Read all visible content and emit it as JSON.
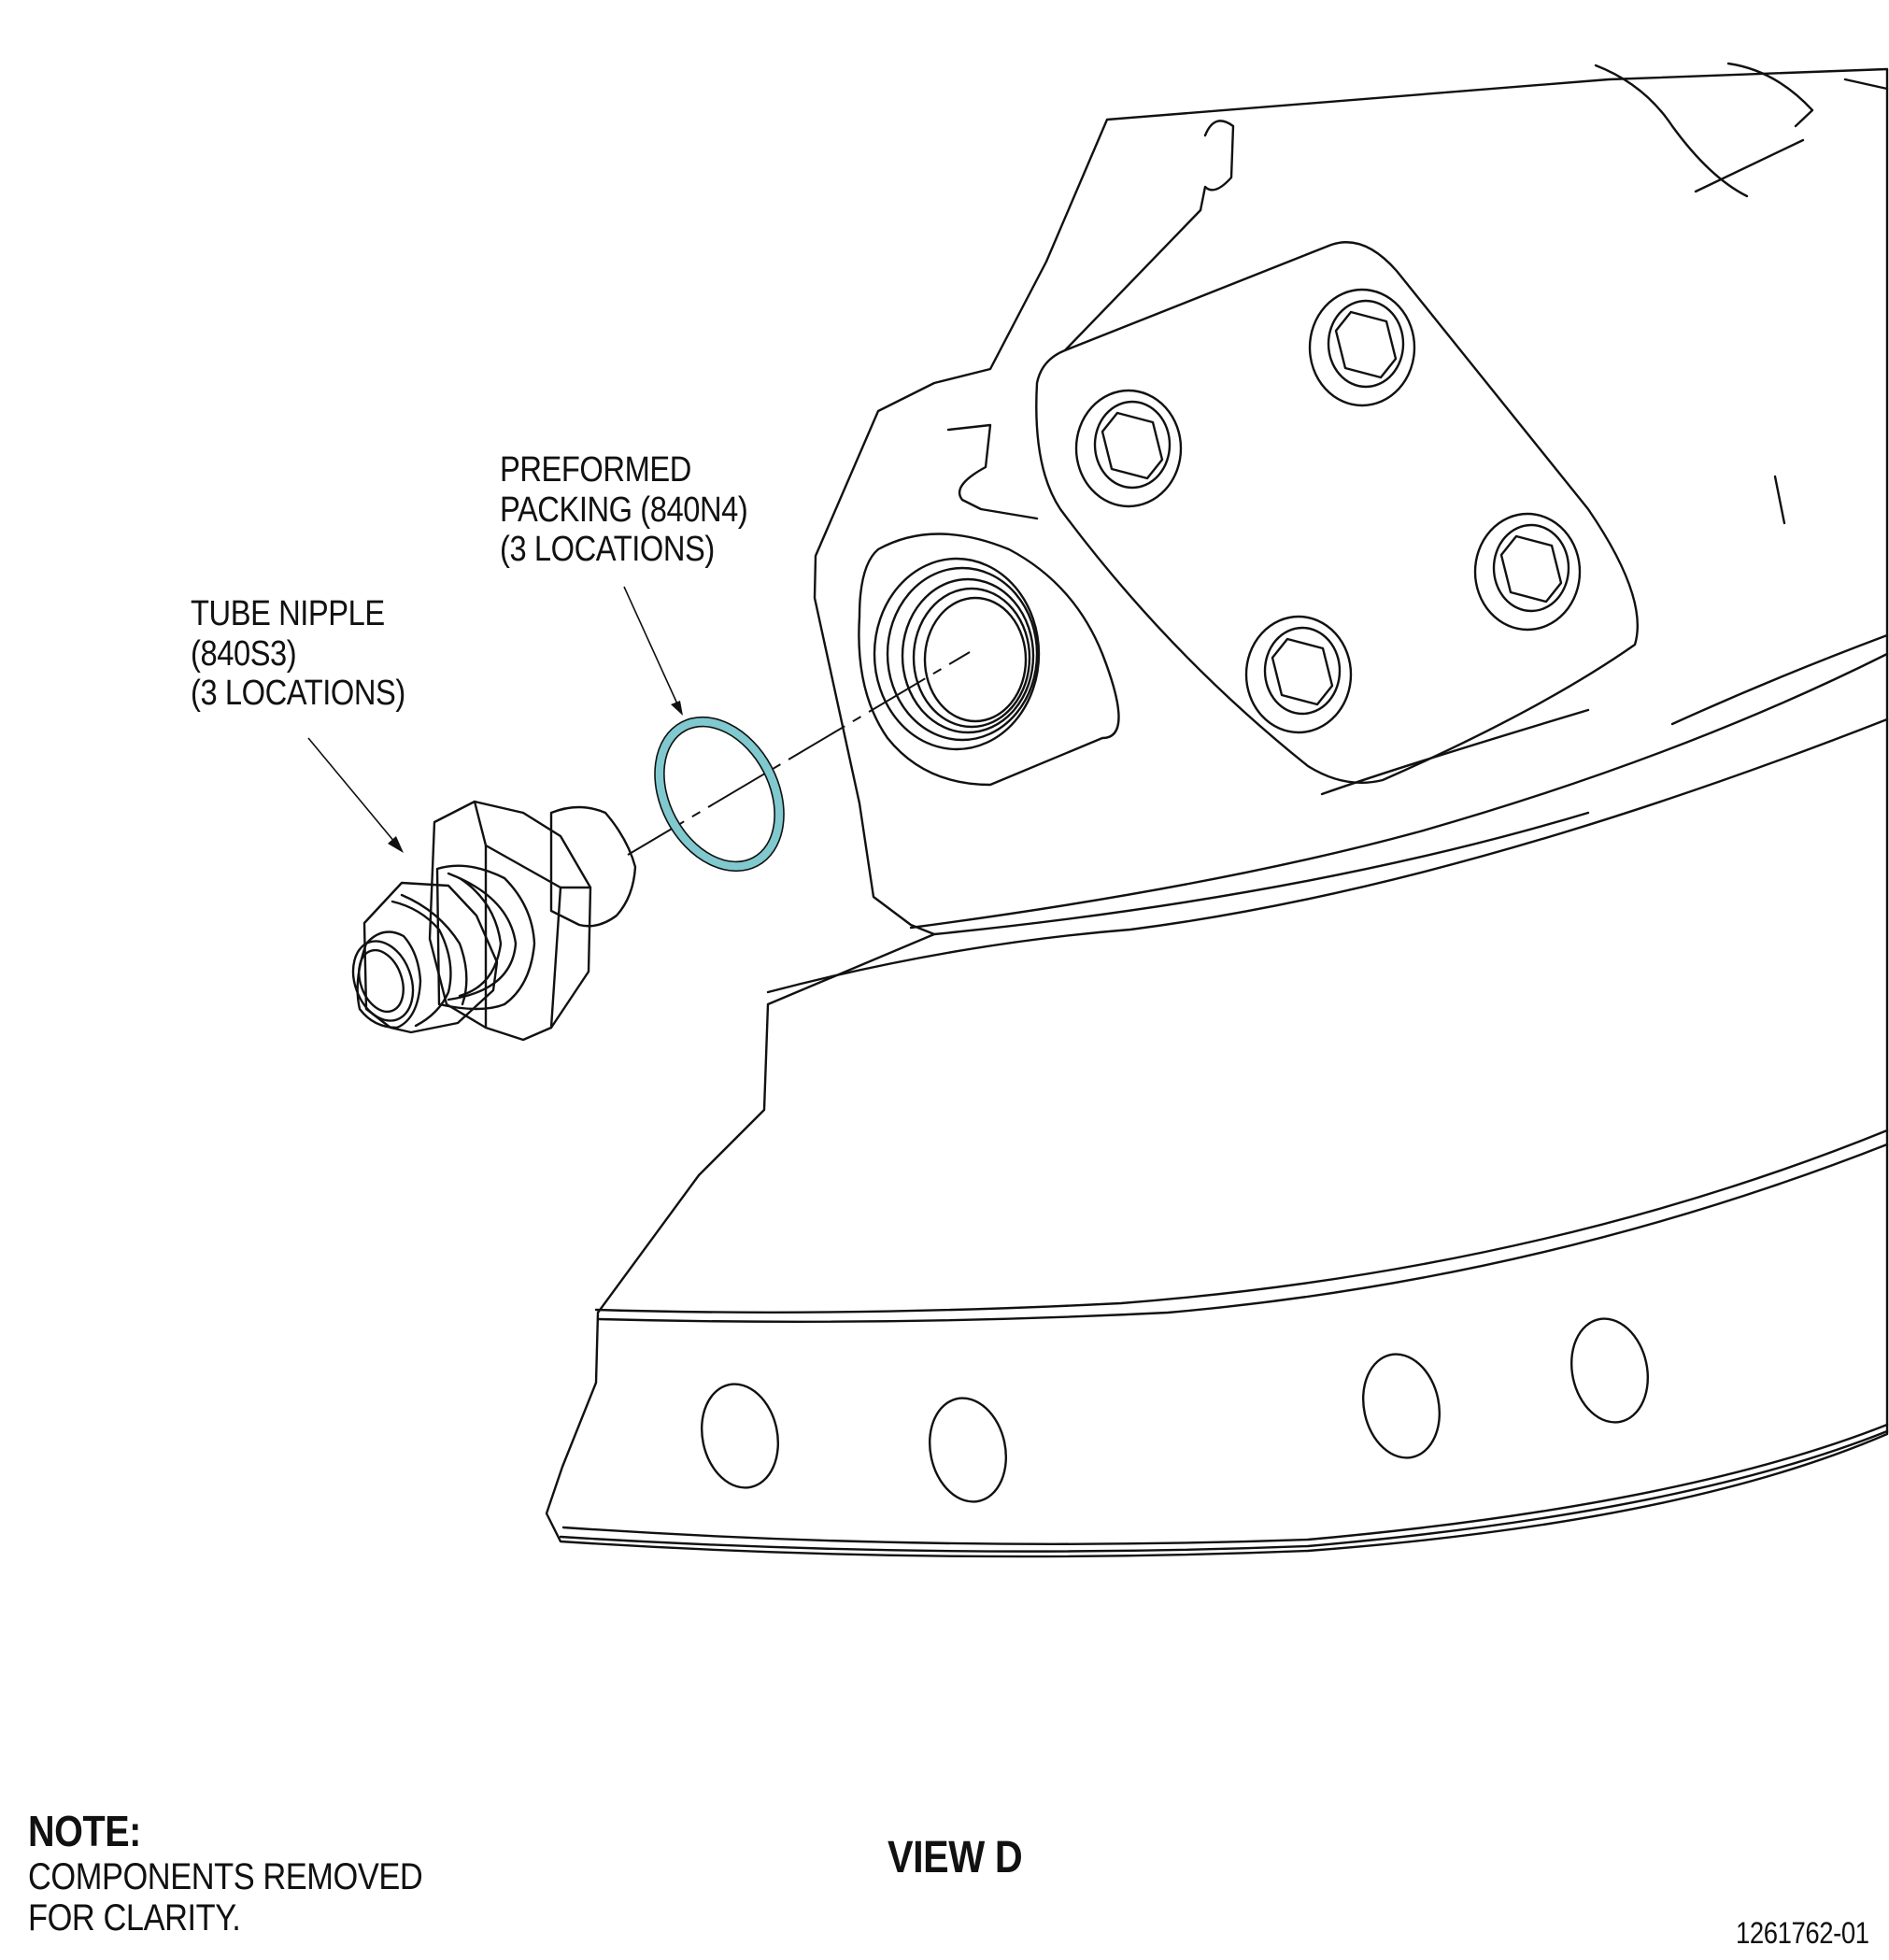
{
  "colors": {
    "housing_fill": "#ffffcc",
    "component_fill": "#ccffff",
    "packing_ring": "#7fc9cf",
    "line": "#111111"
  },
  "callouts": {
    "tube_nipple": {
      "lines": [
        "TUBE NIPPLE",
        "(840S3)",
        "(3 LOCATIONS)"
      ]
    },
    "preformed_packing": {
      "lines": [
        "PREFORMED",
        "PACKING (840N4)",
        "(3 LOCATIONS)"
      ]
    }
  },
  "note": {
    "heading": "NOTE:",
    "lines": [
      "COMPONENTS REMOVED",
      "FOR CLARITY."
    ]
  },
  "view_title": "VIEW D",
  "figure_id": "1261762-01"
}
